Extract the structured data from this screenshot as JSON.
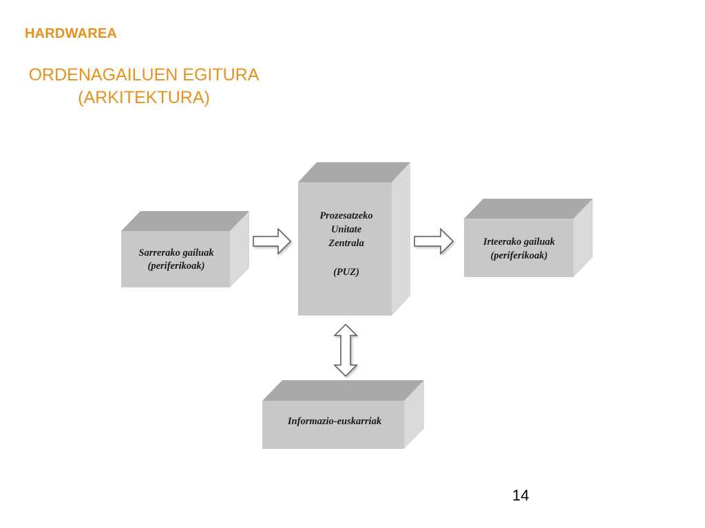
{
  "header": {
    "section": "HARDWAREA",
    "title_line1": "ORDENAGAILUEN EGITURA",
    "title_line2": "(ARKITEKTURA)"
  },
  "diagram": {
    "input_devices": {
      "line1": "Sarrerako gailuak",
      "line2": "(periferikoak)"
    },
    "cpu": {
      "line1": "Prozesatzeko",
      "line2": "Unitate",
      "line3": "Zentrala",
      "line4": "(PUZ)"
    },
    "output_devices": {
      "line1": "Irteerako gailuak",
      "line2": "(periferikoak)"
    },
    "storage": {
      "label": "Informazio-euskarriak"
    }
  },
  "footer": {
    "page_number": "14"
  },
  "colors": {
    "accent": "#E8901C",
    "box_front": "#C8C8C8",
    "box_top": "#A9A9A9",
    "box_side": "#D8D8D8"
  }
}
